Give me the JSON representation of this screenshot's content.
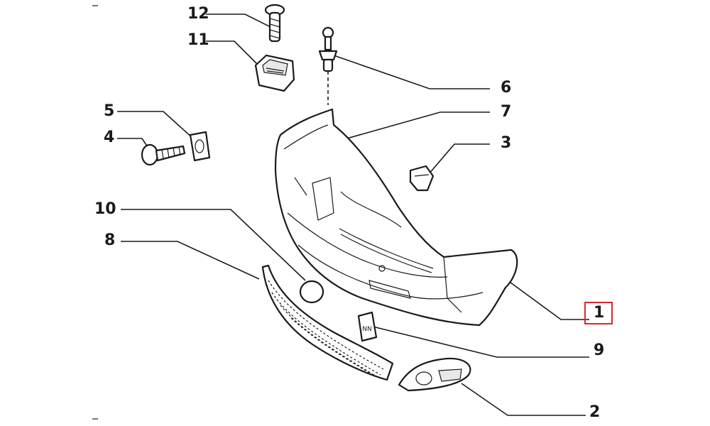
{
  "callouts": {
    "c1": "1",
    "c2": "2",
    "c3": "3",
    "c4": "4",
    "c5": "5",
    "c6": "6",
    "c7": "7",
    "c8": "8",
    "c9": "9",
    "c10": "10",
    "c11": "11",
    "c12": "12"
  },
  "highlight": {
    "part": "1",
    "color": "#d9272e"
  },
  "markings": {
    "bracket_label": "NN"
  }
}
